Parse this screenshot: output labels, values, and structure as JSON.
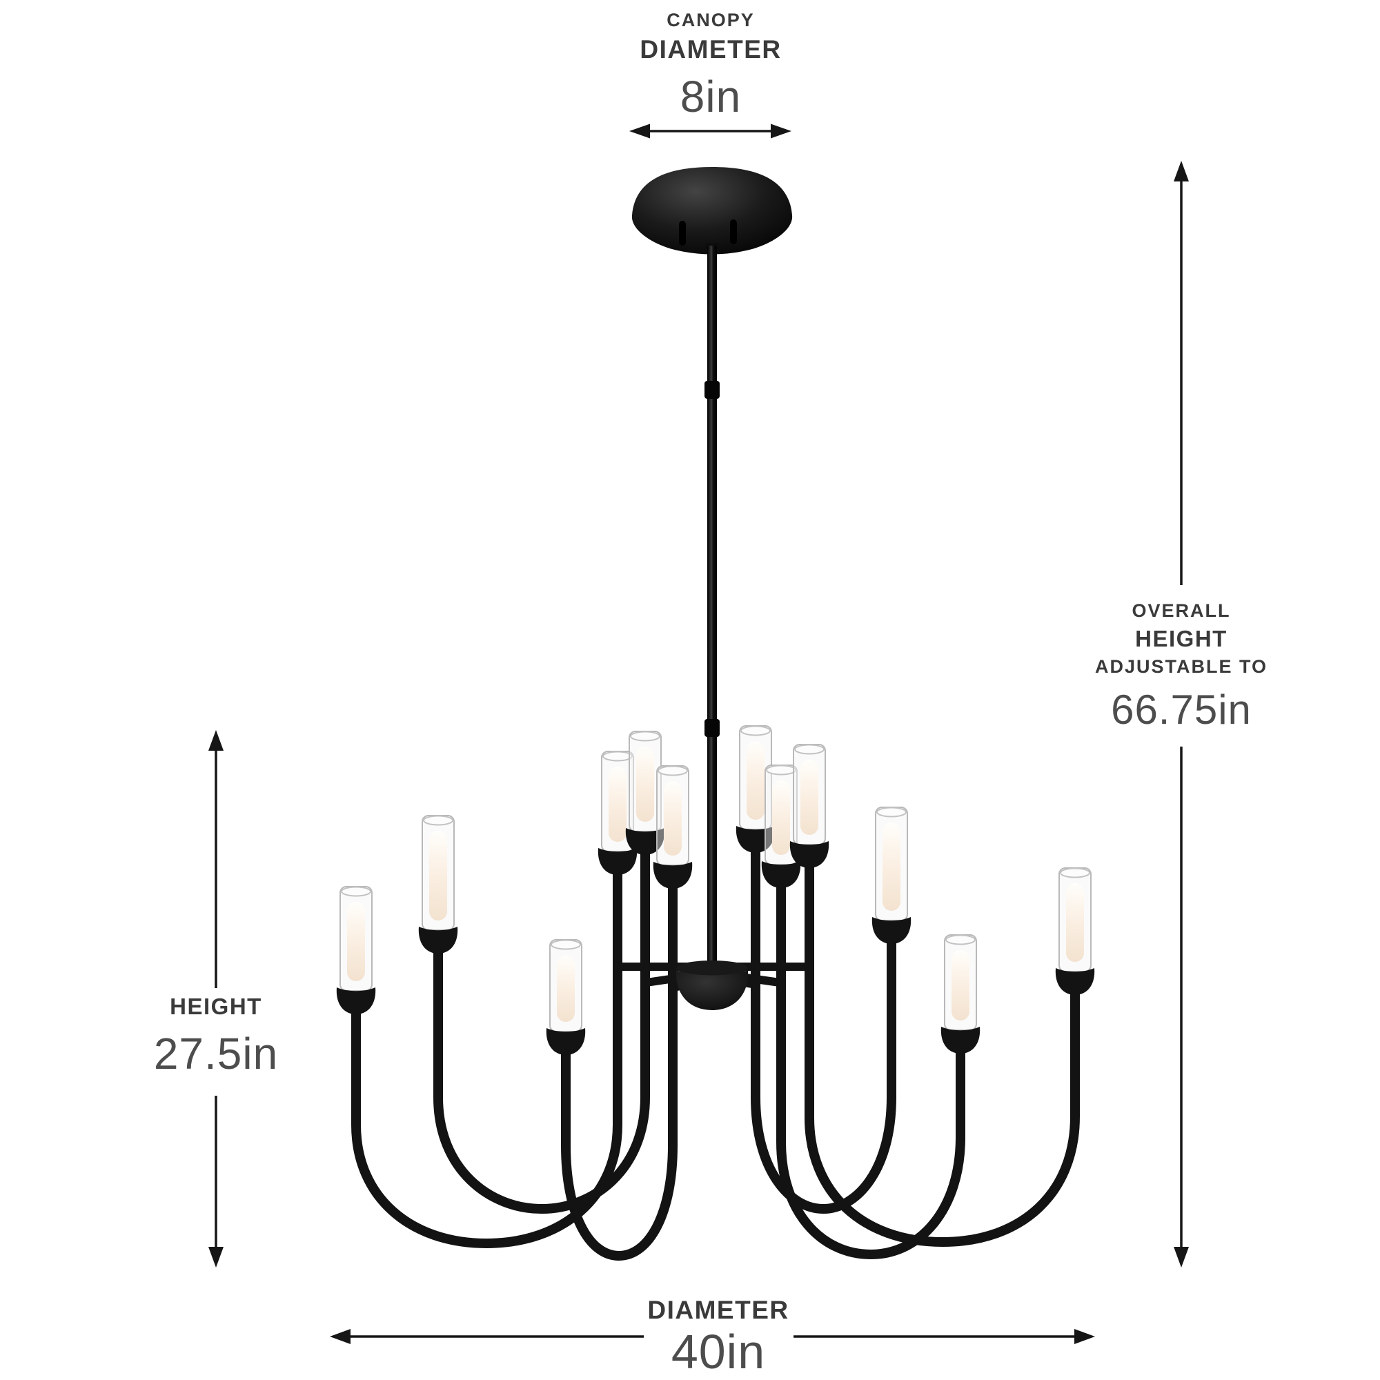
{
  "page": {
    "background_color": "#ffffff"
  },
  "product": {
    "kind": "two-tier candle chandelier illustration",
    "finish": "black",
    "light_count": 12
  },
  "annotations": {
    "canopy": {
      "line1": "CANOPY",
      "line2": "DIAMETER",
      "value": "8in"
    },
    "overall_height": {
      "line1": "OVERALL",
      "line2": "HEIGHT",
      "line3": "ADJUSTABLE TO",
      "value": "66.75in"
    },
    "fixture_height": {
      "label": "HEIGHT",
      "value": "27.5in"
    },
    "diameter": {
      "label": "DIAMETER",
      "value": "40in"
    }
  },
  "colors": {
    "text_label": "#3a3a3a",
    "text_value": "#4d4d4d",
    "arrow": "#161616",
    "metal": "#131313",
    "glass_outline": "#b9b9b9",
    "glass_inner_top": "#fffefb",
    "glass_inner_bottom": "#f3e2cf"
  }
}
